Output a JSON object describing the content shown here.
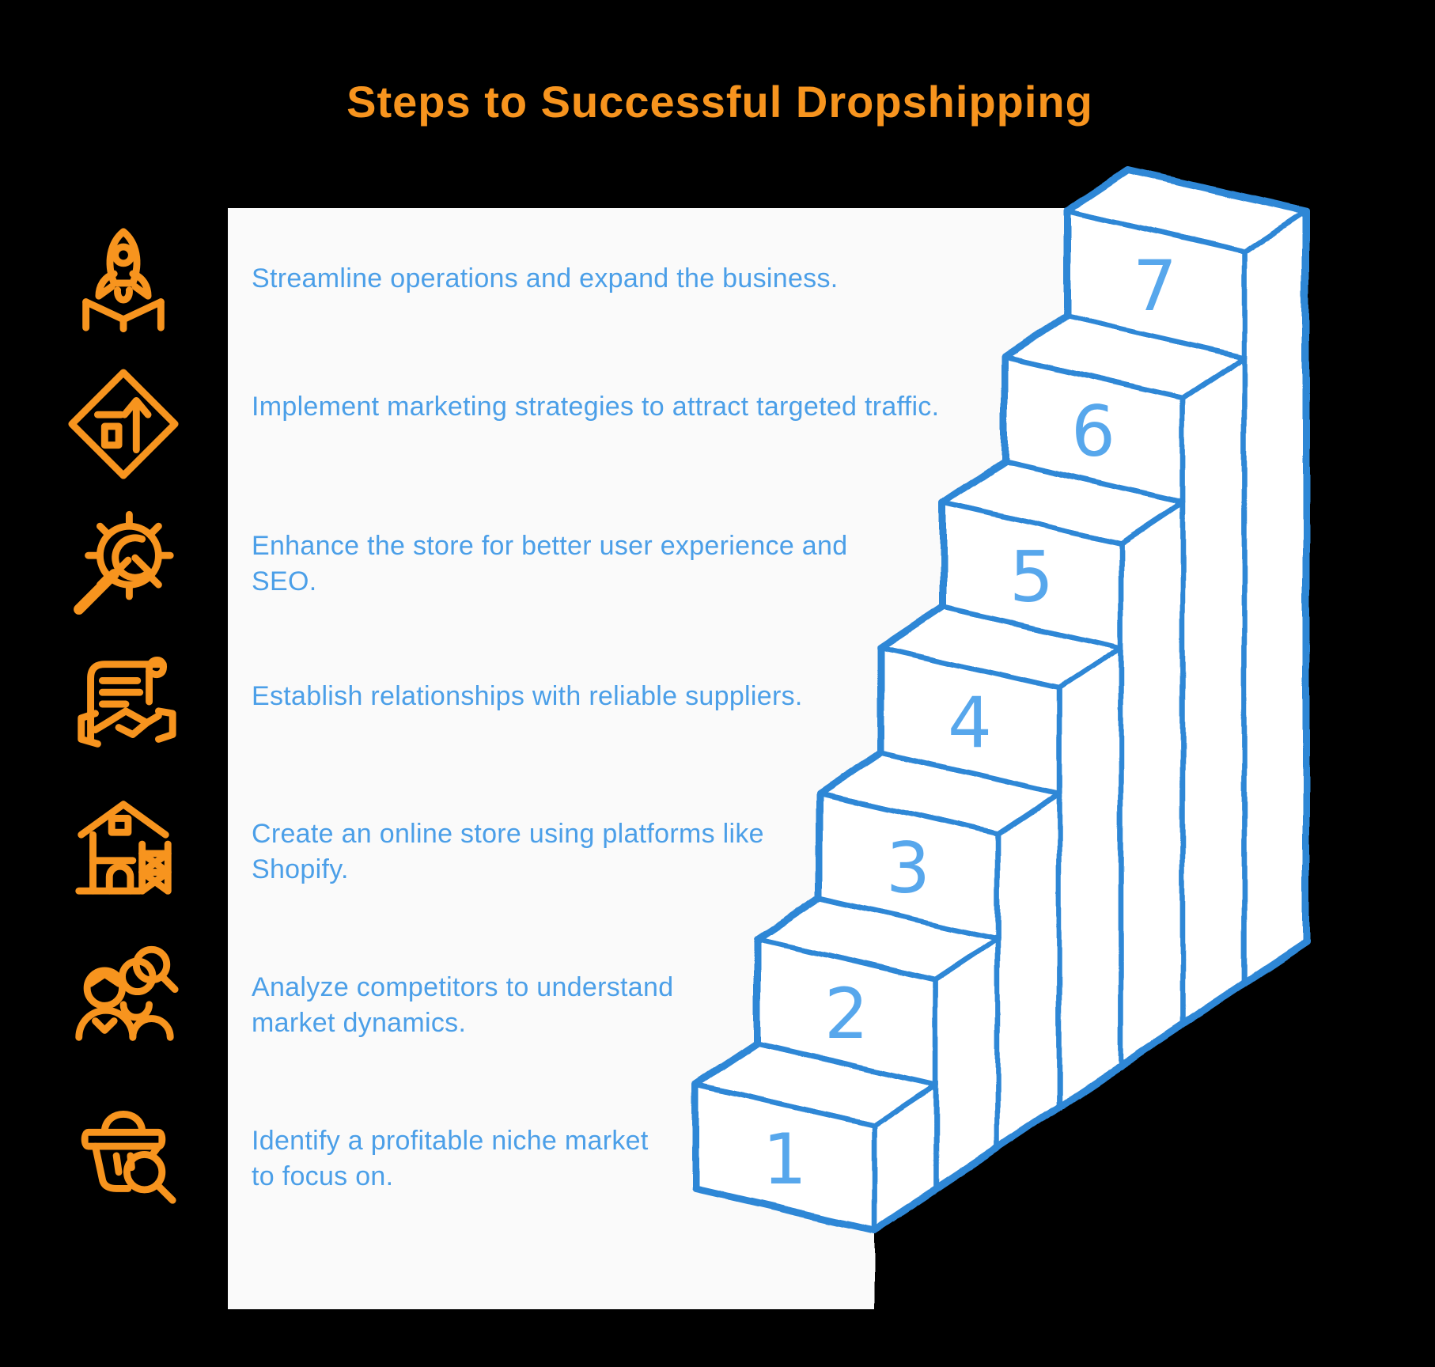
{
  "title": "Steps to Successful Dropshipping",
  "colors": {
    "background": "#000000",
    "card": "#fafafa",
    "accent_orange": "#f7941e",
    "stair_line_blue": "#2e87d6",
    "body_text_blue": "#4b9fe8",
    "step_number_blue": "#57a7ec",
    "stair_fill": "#ffffff"
  },
  "steps": [
    {
      "number": "1",
      "icon": "niche-search-icon",
      "lines": [
        "Identify a profitable niche market",
        "to focus on."
      ]
    },
    {
      "number": "2",
      "icon": "competitor-analysis-icon",
      "lines": [
        "Analyze competitors to understand",
        "market dynamics."
      ]
    },
    {
      "number": "3",
      "icon": "store-builder-icon",
      "lines": [
        "Create an online store using platforms like",
        "Shopify."
      ]
    },
    {
      "number": "4",
      "icon": "supplier-contract-icon",
      "lines": [
        "Establish relationships with reliable suppliers."
      ]
    },
    {
      "number": "5",
      "icon": "gear-wrench-icon",
      "lines": [
        "Enhance the store for better user experience and",
        "SEO."
      ]
    },
    {
      "number": "6",
      "icon": "marketing-sign-icon",
      "lines": [
        "Implement marketing strategies to attract targeted traffic."
      ]
    },
    {
      "number": "7",
      "icon": "rocket-launch-icon",
      "lines": [
        "Streamline operations and expand the business."
      ]
    }
  ]
}
